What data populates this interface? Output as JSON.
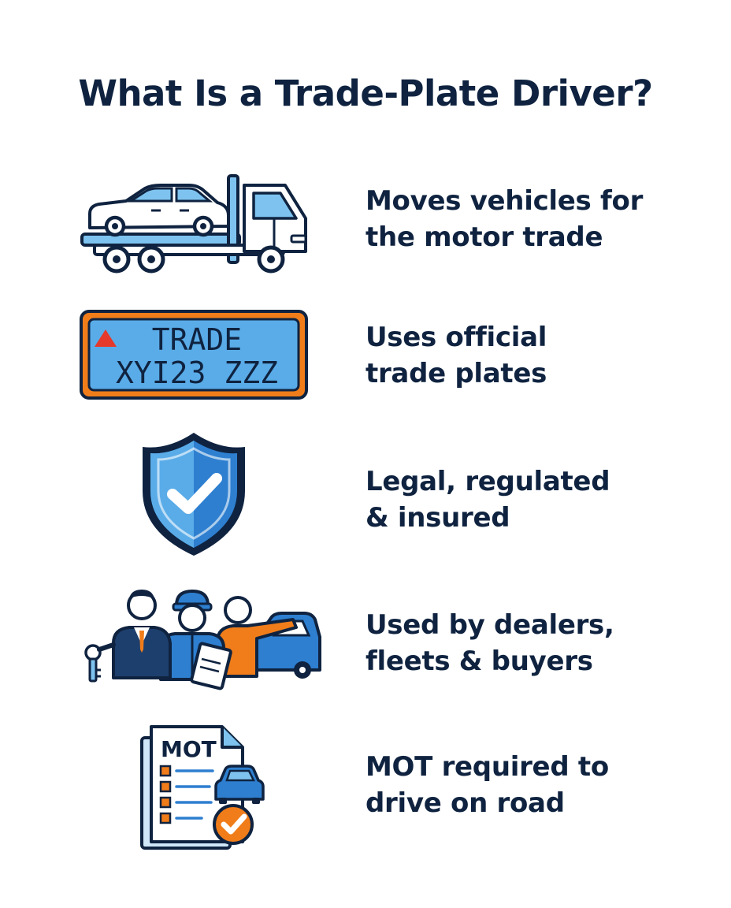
{
  "title": "What Is a Trade-Plate Driver?",
  "items": [
    {
      "line1": "Moves vehicles for",
      "line2": "the motor trade",
      "icon": "tow-truck-icon"
    },
    {
      "line1": "Uses official",
      "line2": "trade plates",
      "icon": "trade-plate-icon"
    },
    {
      "line1": "Legal, regulated",
      "line2": "& insured",
      "icon": "shield-check-icon"
    },
    {
      "line1": "Used by dealers,",
      "line2": "fleets & buyers",
      "icon": "people-icon"
    },
    {
      "line1": "MOT required to",
      "line2": "drive on road",
      "icon": "mot-certificate-icon"
    }
  ],
  "plate": {
    "line1": "TRADE",
    "line2": "XYI23 ZZZ"
  },
  "mot": {
    "label": "MOT"
  },
  "colors": {
    "navy": "#0f2340",
    "blue": "#2e7fd0",
    "light_blue": "#7ec3ef",
    "orange": "#f07d1a",
    "red": "#e5392b"
  }
}
